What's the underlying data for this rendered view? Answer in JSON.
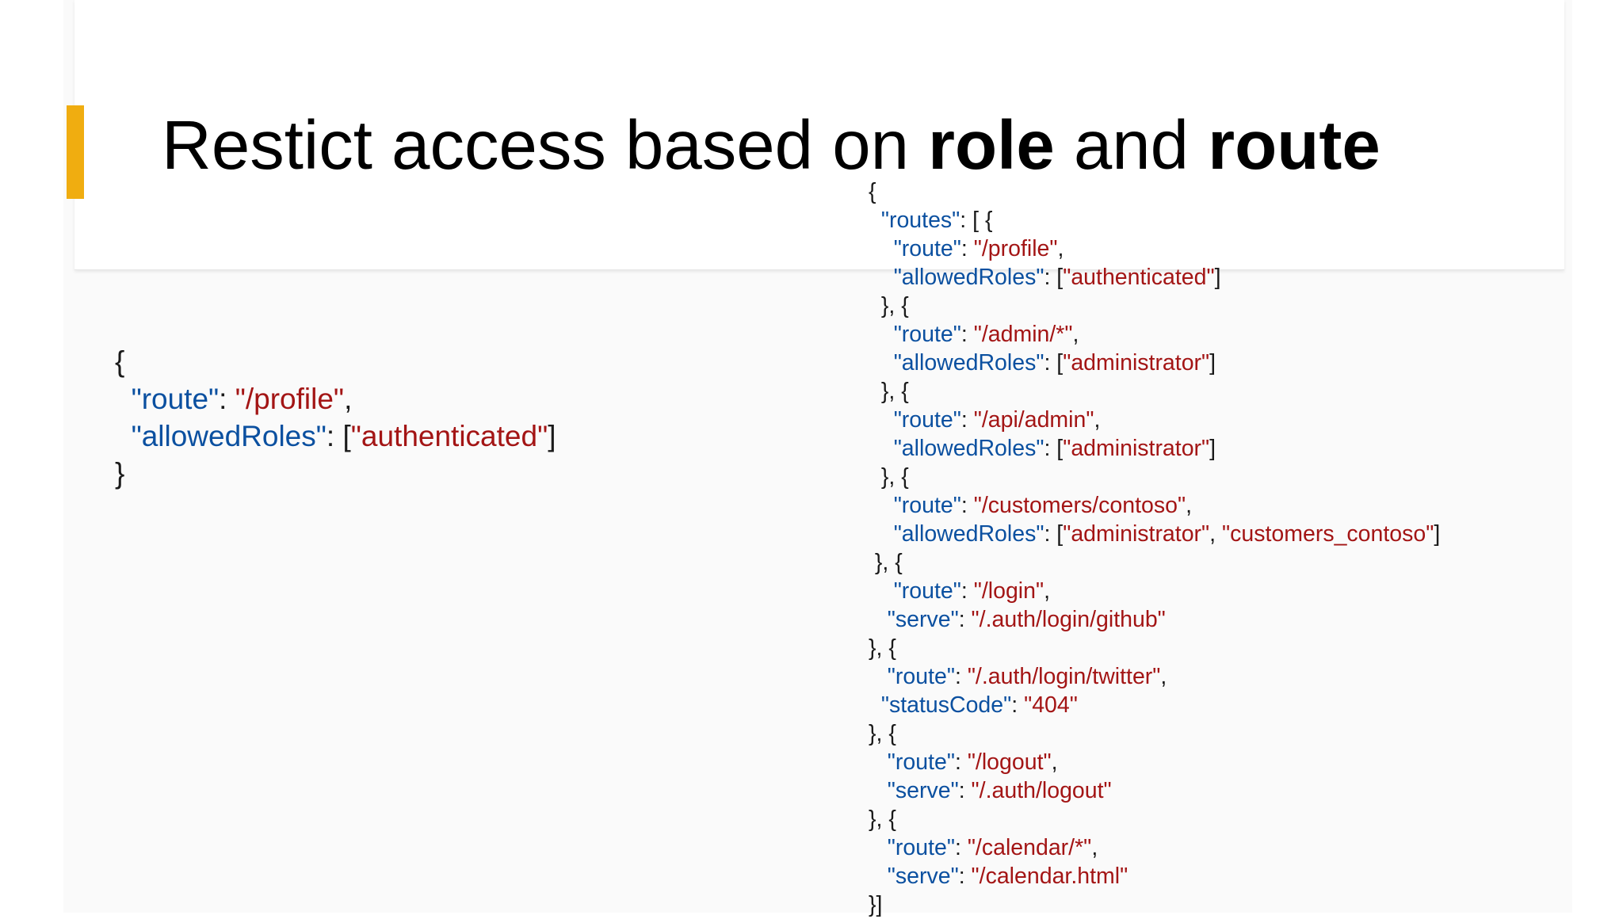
{
  "slide": {
    "title": {
      "part1": "Restict access based on ",
      "bold1": "role",
      "part2": " and ",
      "bold2": "route"
    },
    "colors": {
      "accent": "#f0ad10",
      "json_key": "#0b50a0",
      "json_string": "#a31515",
      "punctuation": "#1a1a1a"
    }
  },
  "snippet_small": {
    "lines": [
      [
        {
          "t": "p",
          "v": "{"
        }
      ],
      [
        {
          "t": "p",
          "v": "  "
        },
        {
          "t": "k",
          "v": "\"route\""
        },
        {
          "t": "p",
          "v": ": "
        },
        {
          "t": "s",
          "v": "\"/profile\""
        },
        {
          "t": "p",
          "v": ","
        }
      ],
      [
        {
          "t": "p",
          "v": "  "
        },
        {
          "t": "k",
          "v": "\"allowedRoles\""
        },
        {
          "t": "p",
          "v": ": ["
        },
        {
          "t": "s",
          "v": "\"authenticated\""
        },
        {
          "t": "p",
          "v": "]"
        }
      ],
      [
        {
          "t": "p",
          "v": "}"
        }
      ]
    ]
  },
  "snippet_big": {
    "lines": [
      [
        {
          "t": "p",
          "v": "{"
        }
      ],
      [
        {
          "t": "p",
          "v": "  "
        },
        {
          "t": "k",
          "v": "\"routes\""
        },
        {
          "t": "p",
          "v": ": [ {"
        }
      ],
      [
        {
          "t": "p",
          "v": "    "
        },
        {
          "t": "k",
          "v": "\"route\""
        },
        {
          "t": "p",
          "v": ": "
        },
        {
          "t": "s",
          "v": "\"/profile\""
        },
        {
          "t": "p",
          "v": ","
        }
      ],
      [
        {
          "t": "p",
          "v": "    "
        },
        {
          "t": "k",
          "v": "\"allowedRoles\""
        },
        {
          "t": "p",
          "v": ": ["
        },
        {
          "t": "s",
          "v": "\"authenticated\""
        },
        {
          "t": "p",
          "v": "]"
        }
      ],
      [
        {
          "t": "p",
          "v": "  }, {"
        }
      ],
      [
        {
          "t": "p",
          "v": "    "
        },
        {
          "t": "k",
          "v": "\"route\""
        },
        {
          "t": "p",
          "v": ": "
        },
        {
          "t": "s",
          "v": "\"/admin/*\""
        },
        {
          "t": "p",
          "v": ","
        }
      ],
      [
        {
          "t": "p",
          "v": "    "
        },
        {
          "t": "k",
          "v": "\"allowedRoles\""
        },
        {
          "t": "p",
          "v": ": ["
        },
        {
          "t": "s",
          "v": "\"administrator\""
        },
        {
          "t": "p",
          "v": "]"
        }
      ],
      [
        {
          "t": "p",
          "v": "  }, {"
        }
      ],
      [
        {
          "t": "p",
          "v": "    "
        },
        {
          "t": "k",
          "v": "\"route\""
        },
        {
          "t": "p",
          "v": ": "
        },
        {
          "t": "s",
          "v": "\"/api/admin\""
        },
        {
          "t": "p",
          "v": ","
        }
      ],
      [
        {
          "t": "p",
          "v": "    "
        },
        {
          "t": "k",
          "v": "\"allowedRoles\""
        },
        {
          "t": "p",
          "v": ": ["
        },
        {
          "t": "s",
          "v": "\"administrator\""
        },
        {
          "t": "p",
          "v": "]"
        }
      ],
      [
        {
          "t": "p",
          "v": "  }, {"
        }
      ],
      [
        {
          "t": "p",
          "v": "    "
        },
        {
          "t": "k",
          "v": "\"route\""
        },
        {
          "t": "p",
          "v": ": "
        },
        {
          "t": "s",
          "v": "\"/customers/contoso\""
        },
        {
          "t": "p",
          "v": ","
        }
      ],
      [
        {
          "t": "p",
          "v": "    "
        },
        {
          "t": "k",
          "v": "\"allowedRoles\""
        },
        {
          "t": "p",
          "v": ": ["
        },
        {
          "t": "s",
          "v": "\"administrator\""
        },
        {
          "t": "p",
          "v": ", "
        },
        {
          "t": "s",
          "v": "\"customers_contoso\""
        },
        {
          "t": "p",
          "v": "]"
        }
      ],
      [
        {
          "t": "p",
          "v": " }, {"
        }
      ],
      [
        {
          "t": "p",
          "v": "    "
        },
        {
          "t": "k",
          "v": "\"route\""
        },
        {
          "t": "p",
          "v": ": "
        },
        {
          "t": "s",
          "v": "\"/login\""
        },
        {
          "t": "p",
          "v": ","
        }
      ],
      [
        {
          "t": "p",
          "v": "   "
        },
        {
          "t": "k",
          "v": "\"serve\""
        },
        {
          "t": "p",
          "v": ": "
        },
        {
          "t": "s",
          "v": "\"/.auth/login/github\""
        }
      ],
      [
        {
          "t": "p",
          "v": "}, {"
        }
      ],
      [
        {
          "t": "p",
          "v": "   "
        },
        {
          "t": "k",
          "v": "\"route\""
        },
        {
          "t": "p",
          "v": ": "
        },
        {
          "t": "s",
          "v": "\"/.auth/login/twitter\""
        },
        {
          "t": "p",
          "v": ","
        }
      ],
      [
        {
          "t": "p",
          "v": "  "
        },
        {
          "t": "k",
          "v": "\"statusCode\""
        },
        {
          "t": "p",
          "v": ": "
        },
        {
          "t": "s",
          "v": "\"404\""
        }
      ],
      [
        {
          "t": "p",
          "v": "}, {"
        }
      ],
      [
        {
          "t": "p",
          "v": "   "
        },
        {
          "t": "k",
          "v": "\"route\""
        },
        {
          "t": "p",
          "v": ": "
        },
        {
          "t": "s",
          "v": "\"/logout\""
        },
        {
          "t": "p",
          "v": ","
        }
      ],
      [
        {
          "t": "p",
          "v": "   "
        },
        {
          "t": "k",
          "v": "\"serve\""
        },
        {
          "t": "p",
          "v": ": "
        },
        {
          "t": "s",
          "v": "\"/.auth/logout\""
        }
      ],
      [
        {
          "t": "p",
          "v": "}, {"
        }
      ],
      [
        {
          "t": "p",
          "v": "   "
        },
        {
          "t": "k",
          "v": "\"route\""
        },
        {
          "t": "p",
          "v": ": "
        },
        {
          "t": "s",
          "v": "\"/calendar/*\""
        },
        {
          "t": "p",
          "v": ","
        }
      ],
      [
        {
          "t": "p",
          "v": "   "
        },
        {
          "t": "k",
          "v": "\"serve\""
        },
        {
          "t": "p",
          "v": ": "
        },
        {
          "t": "s",
          "v": "\"/calendar.html\""
        }
      ],
      [
        {
          "t": "p",
          "v": "}]"
        }
      ]
    ]
  }
}
